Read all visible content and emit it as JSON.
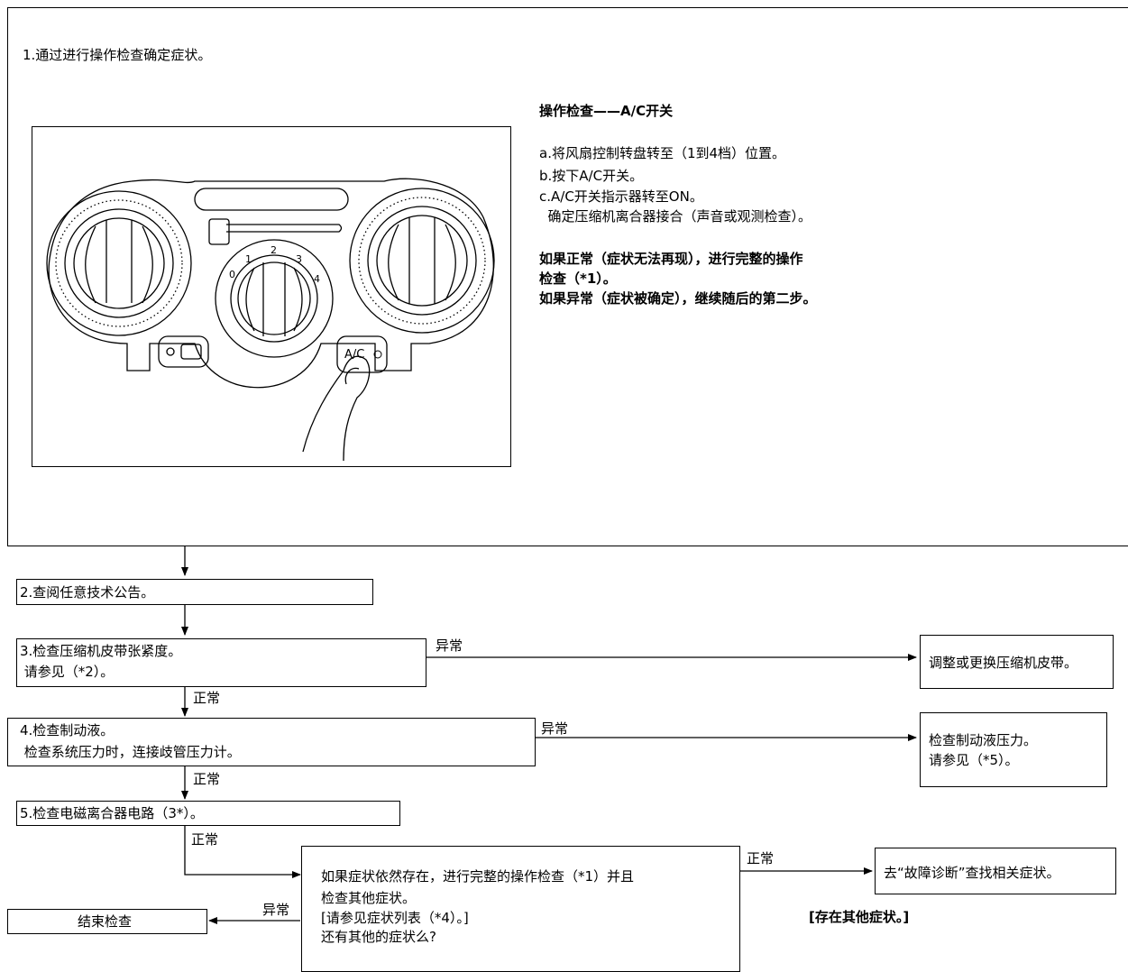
{
  "step1": {
    "title": "1.通过进行操作检查确定症状。",
    "op_heading": "操作检查——A/C开关",
    "op_lines": [
      "a.将风扇控制转盘转至（1到4档）位置。",
      "b.按下A/C开关。",
      "c.A/C开关指示器转至ON。",
      "  确定压缩机离合器接合（声音或观测检查）。"
    ],
    "result_lines": [
      "如果正常（症状无法再现），进行完整的操作",
      "检查（*1）。",
      "如果异常（症状被确定），继续随后的第二步。"
    ],
    "panel": {
      "speed_labels": [
        "0",
        "1",
        "2",
        "3",
        "4"
      ],
      "ac_button": "A/C"
    }
  },
  "step2": {
    "text": "2.查阅任意技术公告。"
  },
  "step3": {
    "lines": [
      "3.检查压缩机皮带张紧度。",
      " 请参见（*2）。"
    ],
    "abnormal": "异常",
    "normal": "正常",
    "action": "调整或更换压缩机皮带。"
  },
  "step4": {
    "lines": [
      "4.检查制动液。",
      " 检查系统压力时，连接歧管压力计。"
    ],
    "abnormal": "异常",
    "normal": "正常",
    "action_lines": [
      "检查制动液压力。",
      "请参见（*5）。"
    ]
  },
  "step5": {
    "text": "5.检查电磁离合器电路（3*）。",
    "normal": "正常"
  },
  "final": {
    "lines": [
      "如果症状依然存在，进行完整的操作检查（*1）并且",
      "检查其他症状。",
      "[请参见症状列表（*4）。]",
      "还有其他的症状么?"
    ],
    "normal": "正常",
    "abnormal": "异常",
    "goto": "去“故障诊断”查找相关症状。",
    "other_note": "[存在其他症状。]",
    "end": "结束检查"
  }
}
